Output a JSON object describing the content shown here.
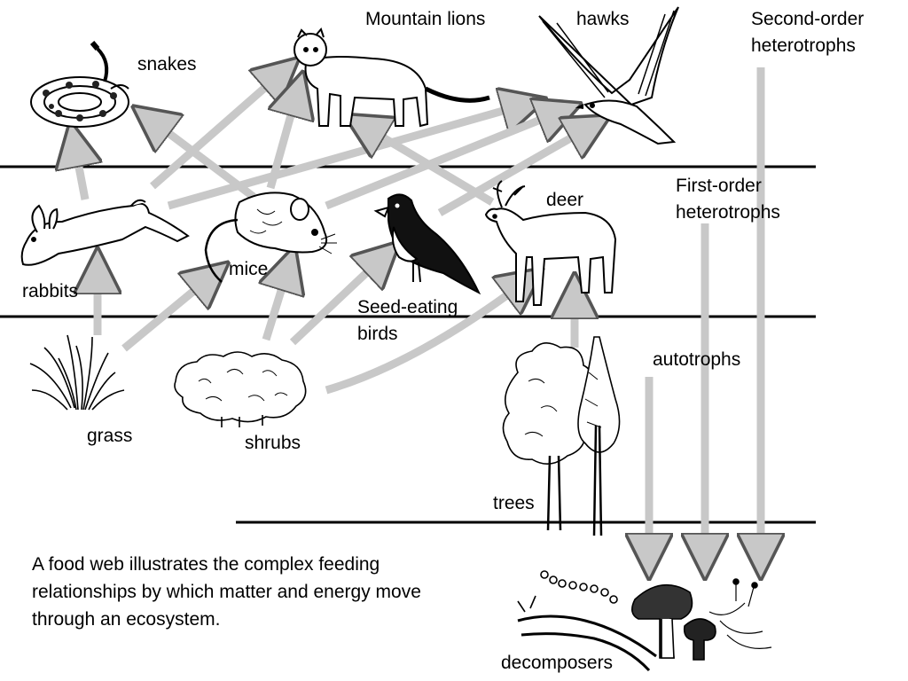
{
  "labels": {
    "mountain_lions": "Mountain lions",
    "hawks": "hawks",
    "snakes": "snakes",
    "second_order": "Second-order heterotrophs",
    "first_order": "First-order heterotrophs",
    "deer": "deer",
    "mice": "mice",
    "rabbits": "rabbits",
    "seed_eating_birds": "Seed-eating birds",
    "autotrophs": "autotrophs",
    "grass": "grass",
    "shrubs": "shrubs",
    "trees": "trees",
    "decomposers": "decomposers"
  },
  "caption": "A food web illustrates the complex feeding relationships by which matter and energy move through an ecosystem.",
  "colors": {
    "arrow_fill": "#c8c8c8",
    "arrow_stroke": "#555555",
    "line": "#000000"
  }
}
